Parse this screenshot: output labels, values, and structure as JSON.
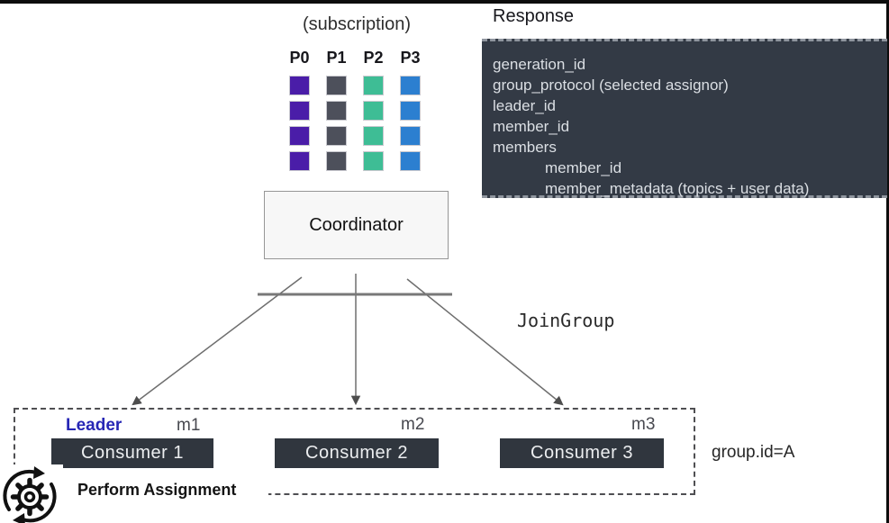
{
  "subscription_label": "(subscription)",
  "partitions": {
    "labels": [
      "P0",
      "P1",
      "P2",
      "P3"
    ],
    "colors": [
      "#4a1da8",
      "#4d505b",
      "#3ebd95",
      "#2c7fd0"
    ],
    "rows_per_partition": 4
  },
  "response": {
    "title": "Response",
    "panel_bg": "#333a45",
    "fields": [
      "generation_id",
      "group_protocol (selected assignor)",
      "leader_id",
      "member_id",
      "members",
      "member_id",
      "member_metadata (topics + user data)"
    ]
  },
  "coordinator": {
    "label": "Coordinator"
  },
  "join_group_label": "JoinGroup",
  "group": {
    "id_label": "group.id=A",
    "leader_label": "Leader",
    "leader_color": "#2727b5",
    "box_bg": "#30363e",
    "consumers": [
      {
        "member_id": "m1",
        "label": "Consumer 1"
      },
      {
        "member_id": "m2",
        "label": "Consumer 2"
      },
      {
        "member_id": "m3",
        "label": "Consumer 3"
      }
    ]
  },
  "perform_assignment_label": "Perform Assignment",
  "icons": {
    "perform_assignment": "gear-sync-icon"
  }
}
